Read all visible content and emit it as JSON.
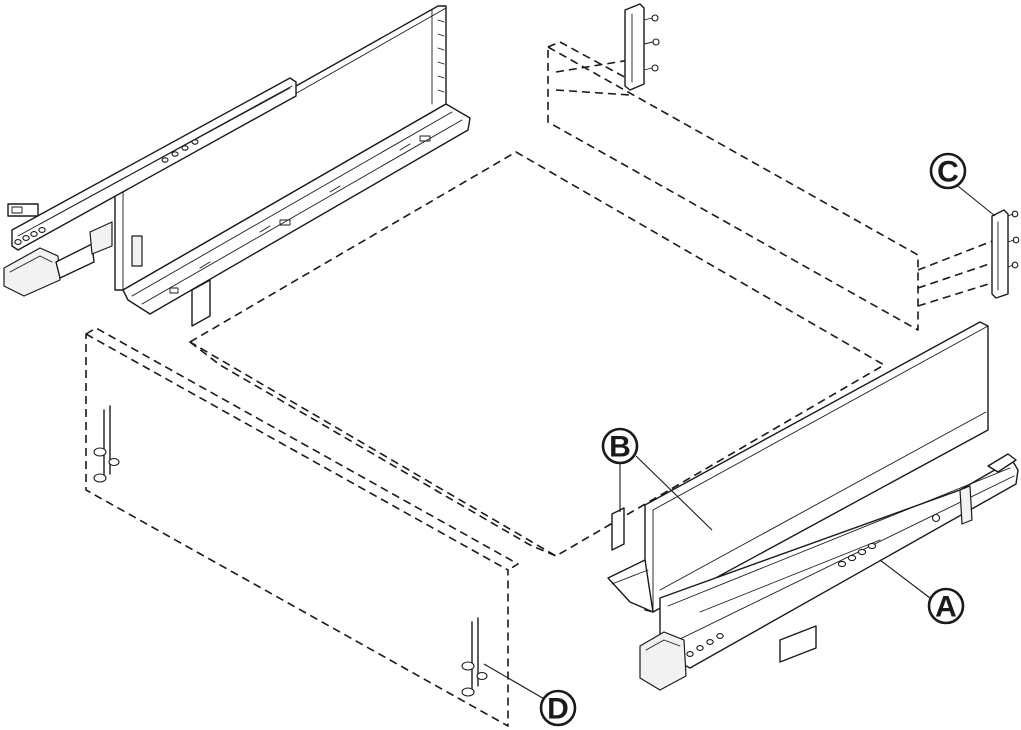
{
  "callouts": {
    "a": {
      "label": "A"
    },
    "b": {
      "label": "B"
    },
    "c": {
      "label": "C"
    },
    "d": {
      "label": "D"
    }
  },
  "colors": {
    "line": "#1a1a1a",
    "background": "#ffffff"
  }
}
